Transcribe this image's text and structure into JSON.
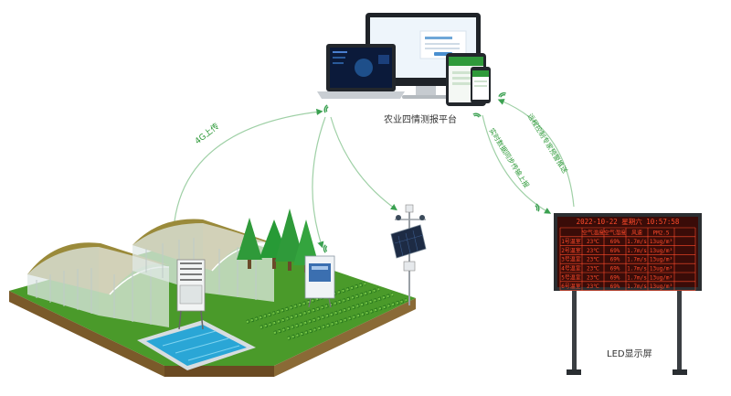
{
  "labels": {
    "platform": "农业四情测报平台",
    "upload_4g": "4G上传",
    "remote_control": "远程控制专家预警推送",
    "realtime_upload": "实时数据同步传输上报",
    "led_screen": "LED显示屏"
  },
  "led_board": {
    "datetime": "2022-10-22 星期六 10:57:58",
    "headers": [
      "空气温度",
      "空气湿度",
      "风速",
      "PM2.5"
    ],
    "rows": [
      {
        "label": "1号温室",
        "c1": "23℃",
        "c2": "69%",
        "c3": "1.7m/s",
        "c4": "13ug/m³"
      },
      {
        "label": "2号温室",
        "c1": "23℃",
        "c2": "69%",
        "c3": "1.7m/s",
        "c4": "13ug/m³"
      },
      {
        "label": "3号温室",
        "c1": "23℃",
        "c2": "69%",
        "c3": "1.7m/s",
        "c4": "13ug/m³"
      },
      {
        "label": "4号温室",
        "c1": "23℃",
        "c2": "69%",
        "c3": "1.7m/s",
        "c4": "13ug/m³"
      },
      {
        "label": "5号温室",
        "c1": "23℃",
        "c2": "69%",
        "c3": "1.7m/s",
        "c4": "13ug/m³"
      },
      {
        "label": "6号温室",
        "c1": "23℃",
        "c2": "69%",
        "c3": "1.7m/s",
        "c4": "13ug/m³"
      }
    ]
  },
  "colors": {
    "accent_green": "#2f9a3a",
    "led_red": "#ff4a2a",
    "led_bg": "#3a0c08",
    "grass": "#4a9a2a",
    "soil": "#7a5a2a",
    "water": "#2aa6d6"
  }
}
